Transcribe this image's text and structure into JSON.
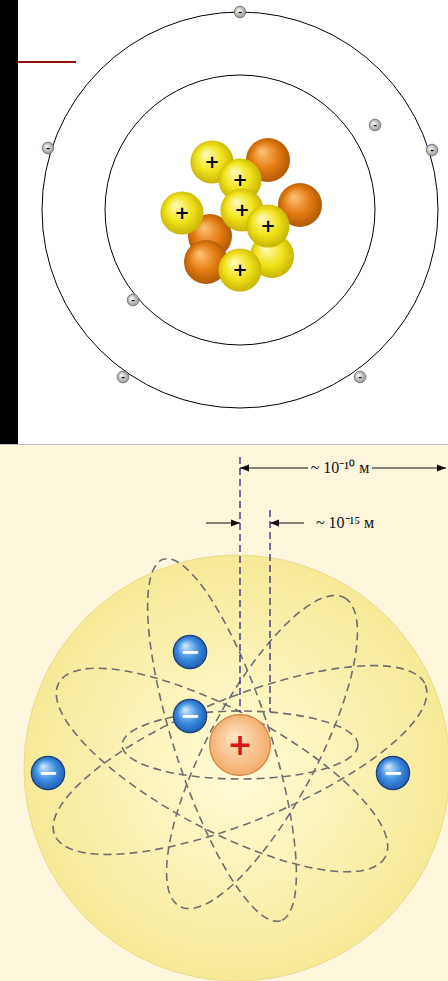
{
  "diagram": {
    "nodes": [
      {
        "text": [
          "-"
        ]
      },
      {
        "text": [
          "-"
        ]
      },
      {
        "text": [
          "-"
        ]
      },
      {
        "text": [
          "-"
        ]
      },
      {
        "text": [
          "+"
        ]
      },
      {
        "text": [
          "+"
        ]
      },
      {
        "text": [
          "+"
        ]
      },
      {
        "text": [
          "+"
        ]
      },
      {
        "text": [
          "+"
        ]
      },
      {
        "text": [
          "+"
        ]
      },
      {
        "text": [
          "-"
        ]
      },
      {
        "text": [
          "-"
        ]
      },
      {
        "text": [
          "-"
        ]
      },
      {
        "text": [
          "−"
        ]
      },
      {
        "text": [
          "−"
        ]
      },
      {
        "text": [
          "+"
        ]
      },
      {
        "text": [
          "−"
        ]
      },
      {
        "text": [
          "−"
        ]
      }
    ],
    "labels": [
      "~ 10⁻¹⁰ м",
      "~ 10⁻¹⁵ м"
    ]
  }
}
